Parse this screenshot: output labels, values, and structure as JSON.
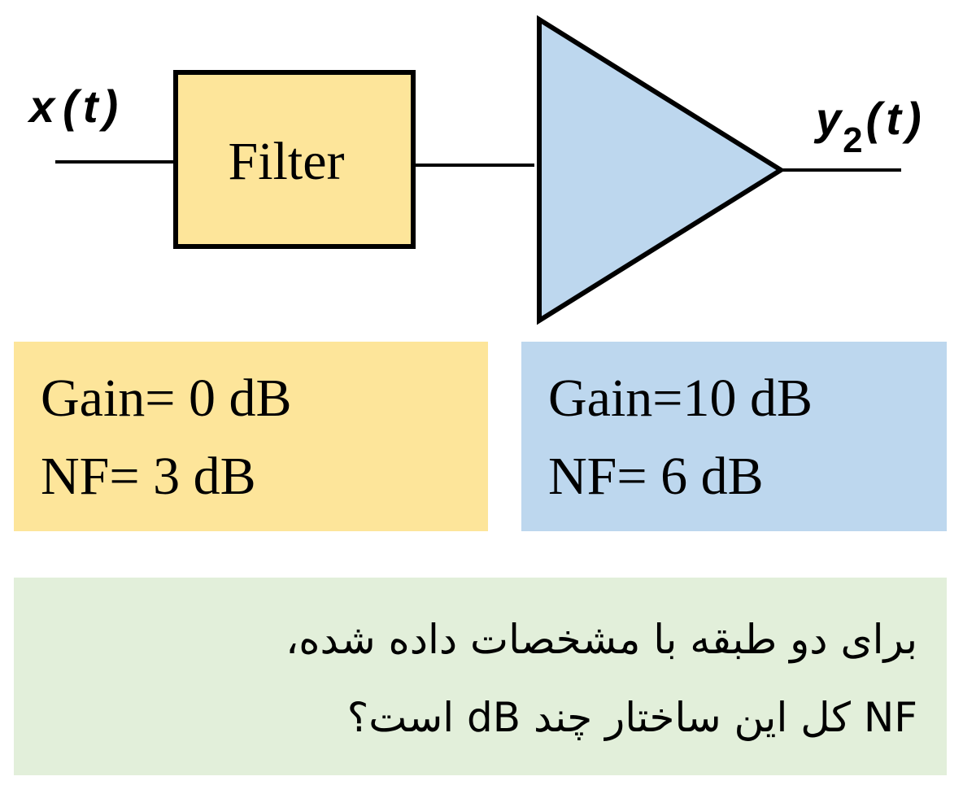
{
  "diagram": {
    "input_signal": {
      "base": "x",
      "open": "(",
      "var": "t",
      "close": ")"
    },
    "output_signal": {
      "base": "y",
      "subscript": "2",
      "open": "(",
      "var": "t",
      "close": ")"
    },
    "filter_label": "Filter"
  },
  "colors": {
    "filter_fill": "#fde59a",
    "amplifier_fill": "#bdd7ee",
    "question_fill": "#e2efda",
    "stroke": "#000000"
  },
  "filter_specs": {
    "gain": "Gain= 0 dB",
    "nf": "NF= 3 dB"
  },
  "amplifier_specs": {
    "gain": "Gain=10 dB",
    "nf": "NF= 6 dB"
  },
  "question": {
    "line1": "برای دو طبقه با مشخصات داده شده،",
    "line2": "NF کل این ساختار چند dB است؟"
  }
}
